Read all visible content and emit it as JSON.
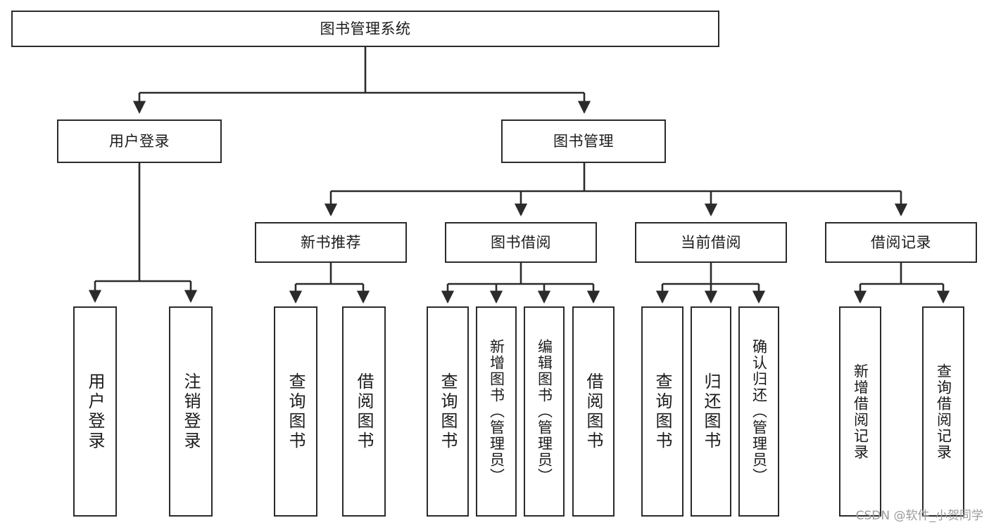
{
  "diagram": {
    "title": "图书管理系统",
    "type": "tree-hierarchy-chart",
    "orientation": "top-down",
    "line_color": "#2b2b2b",
    "box_fill": "#ffffff",
    "text_color": "#1b1b1b",
    "nodes": {
      "root": {
        "label": "图书管理系统"
      },
      "level2": [
        {
          "id": "user-login",
          "label": "用户登录"
        },
        {
          "id": "book-management",
          "label": "图书管理"
        }
      ],
      "level3": [
        {
          "id": "new-book-recommend",
          "label": "新书推荐"
        },
        {
          "id": "book-borrow",
          "label": "图书借阅"
        },
        {
          "id": "current-borrow",
          "label": "当前借阅"
        },
        {
          "id": "borrow-record",
          "label": "借阅记录"
        }
      ],
      "leaves": {
        "user_login": [
          {
            "id": "leaf-user-login",
            "label": "用户登录"
          },
          {
            "id": "leaf-logout-login",
            "label": "注销登录"
          }
        ],
        "new_book_recommend": [
          {
            "id": "leaf-query-book-1",
            "label": "查询图书"
          },
          {
            "id": "leaf-borrow-book-1",
            "label": "借阅图书"
          }
        ],
        "book_borrow": [
          {
            "id": "leaf-query-book-2",
            "label": "查询图书"
          },
          {
            "id": "leaf-add-book",
            "label": "新增图书（管理员）"
          },
          {
            "id": "leaf-edit-book",
            "label": "编辑图书（管理员）"
          },
          {
            "id": "leaf-borrow-book-2",
            "label": "借阅图书"
          }
        ],
        "current_borrow": [
          {
            "id": "leaf-query-book-3",
            "label": "查询图书"
          },
          {
            "id": "leaf-return-book",
            "label": "归还图书"
          },
          {
            "id": "leaf-confirm-return",
            "label": "确认归还（管理员）"
          }
        ],
        "borrow_record": [
          {
            "id": "leaf-add-borrow-record",
            "label": "新增借阅记录"
          },
          {
            "id": "leaf-query-borrow-record",
            "label": "查询借阅记录"
          }
        ]
      }
    }
  },
  "watermark": {
    "text": "CSDN @软件_小贺同学"
  }
}
